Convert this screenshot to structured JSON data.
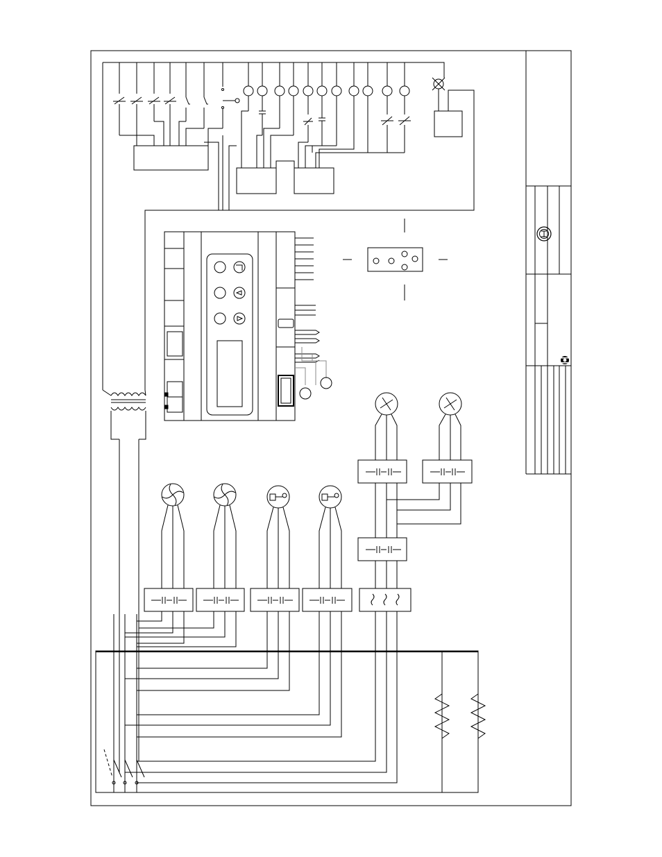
{
  "diagram": {
    "kind": "wiring-schematic",
    "printed_text": [],
    "title_block": {
      "logos": [
        "ul-listed-mark",
        "company-logo"
      ]
    },
    "components": {
      "control_contacts": 7,
      "indicator_lamps": 12,
      "capacitors": 2,
      "relay_contacts": 4,
      "relay_boxes": 4,
      "transformer": 1,
      "controller": {
        "buttons": [
          "up-arrow-button",
          "enter-button",
          "down-arrow-button",
          "set-button",
          "prg-button",
          "mute-button"
        ],
        "display": 1,
        "ports": 2
      },
      "probe_connector": 1,
      "condenser_fans": 2,
      "evaporator_fans": 2,
      "door_heaters": 2,
      "contactor_blocks": 7,
      "compressor_block": 1,
      "defrost_heaters": 2,
      "main_disconnect": 1
    }
  }
}
